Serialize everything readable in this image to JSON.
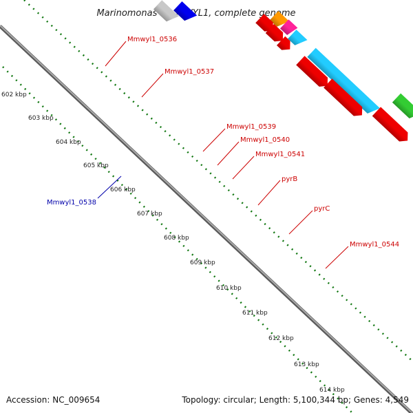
{
  "title": "Marinomonas sp. MWYL1, complete genome",
  "footer": {
    "accession": "Accession: NC_009654",
    "topology": "Topology: circular; Length: 5,100,344 bp; Genes: 4,549"
  },
  "ticks": [
    "602 kbp",
    "603 kbp",
    "604 kbp",
    "605 kbp",
    "606 kbp",
    "607 kbp",
    "608 kbp",
    "609 kbp",
    "610 kbp",
    "611 kbp",
    "612 kbp",
    "613 kbp",
    "614 kbp"
  ],
  "gene_labels": [
    "Mmwyl1_0536",
    "Mmwyl1_0537",
    "Mmwyl1_0538",
    "Mmwyl1_0539",
    "Mmwyl1_0540",
    "Mmwyl1_0541",
    "pyrB",
    "pyrC",
    "Mmwyl1_0544"
  ],
  "colors": {
    "red": "#ee0000",
    "orange": "#ff9900",
    "blue": "#0000ee",
    "grey": "#c8c8c8",
    "cyan": "#22ccff",
    "magenta": "#ff2299",
    "green": "#33cc33",
    "steel": "#4f7fb0",
    "darkgrey": "#666666",
    "label_red": "#cc0000",
    "label_blue": "#0000aa",
    "grid": "#117711",
    "backbone": "#888888"
  }
}
